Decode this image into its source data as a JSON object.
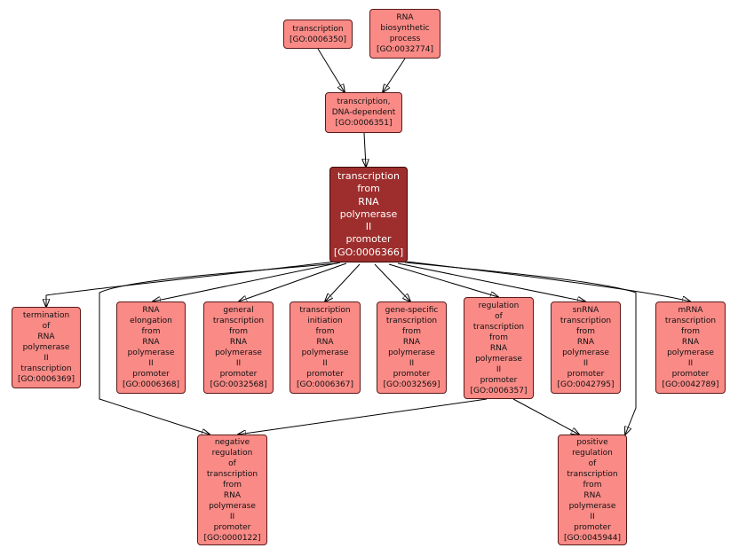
{
  "nodes": {
    "n6350": {
      "label": "transcription",
      "id": "[GO:0006350]"
    },
    "n32774": {
      "label": "RNA\nbiosynthetic\nprocess",
      "id": "[GO:0032774]"
    },
    "n6351": {
      "label": "transcription,\nDNA-dependent",
      "id": "[GO:0006351]"
    },
    "n6366": {
      "label": "transcription\nfrom\nRNA\npolymerase\nII\npromoter",
      "id": "[GO:0006366]"
    },
    "n6369": {
      "label": "termination\nof\nRNA\npolymerase\nII\ntranscription",
      "id": "[GO:0006369]"
    },
    "n6368": {
      "label": "RNA\nelongation\nfrom\nRNA\npolymerase\nII\npromoter",
      "id": "[GO:0006368]"
    },
    "n32568": {
      "label": "general\ntranscription\nfrom\nRNA\npolymerase\nII\npromoter",
      "id": "[GO:0032568]"
    },
    "n6367": {
      "label": "transcription\ninitiation\nfrom\nRNA\npolymerase\nII\npromoter",
      "id": "[GO:0006367]"
    },
    "n32569": {
      "label": "gene-specific\ntranscription\nfrom\nRNA\npolymerase\nII\npromoter",
      "id": "[GO:0032569]"
    },
    "n6357": {
      "label": "regulation\nof\ntranscription\nfrom\nRNA\npolymerase\nII\npromoter",
      "id": "[GO:0006357]"
    },
    "n42795": {
      "label": "snRNA\ntranscription\nfrom\nRNA\npolymerase\nII\npromoter",
      "id": "[GO:0042795]"
    },
    "n42789": {
      "label": "mRNA\ntranscription\nfrom\nRNA\npolymerase\nII\npromoter",
      "id": "[GO:0042789]"
    },
    "n122": {
      "label": "negative\nregulation\nof\ntranscription\nfrom\nRNA\npolymerase\nII\npromoter",
      "id": "[GO:0000122]"
    },
    "n45944": {
      "label": "positive\nregulation\nof\ntranscription\nfrom\nRNA\npolymerase\nII\npromoter",
      "id": "[GO:0045944]"
    }
  },
  "colors": {
    "node_fill": "#f98a86",
    "focus_fill": "#9e2e2d",
    "border": "#5a1a1a",
    "edge": "#000000"
  }
}
